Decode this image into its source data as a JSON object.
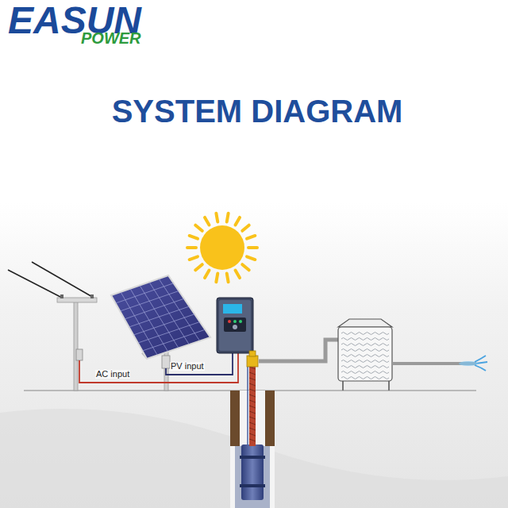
{
  "diagram": {
    "title": "SYSTEM DIAGRAM",
    "labels": [
      "EASUN",
      "POWER",
      "AC input",
      "PV input"
    ]
  }
}
